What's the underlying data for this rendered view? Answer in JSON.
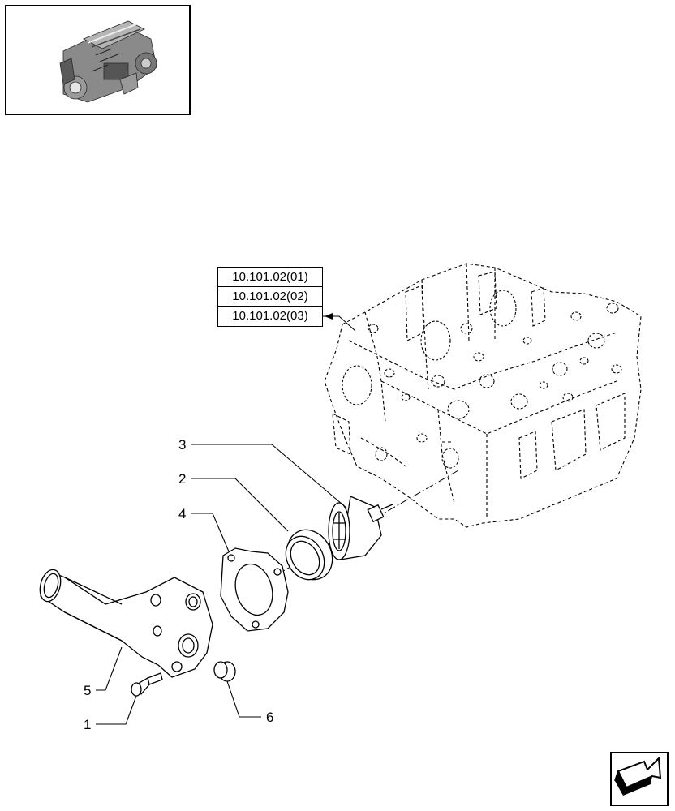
{
  "thumbnail": {
    "icon": "engine-thumbnail-icon"
  },
  "references": [
    "10.101.02(01)",
    "10.101.02(02)",
    "10.101.02(03)"
  ],
  "callouts": [
    {
      "label": "3",
      "part": "thermostat"
    },
    {
      "label": "2",
      "part": "sealing ring"
    },
    {
      "label": "4",
      "part": "gasket"
    },
    {
      "label": "5",
      "part": "thermostat housing / outlet pipe"
    },
    {
      "label": "1",
      "part": "screw"
    },
    {
      "label": "6",
      "part": "plug"
    }
  ],
  "navigation": {
    "icon": "next-page-arrow-icon"
  }
}
